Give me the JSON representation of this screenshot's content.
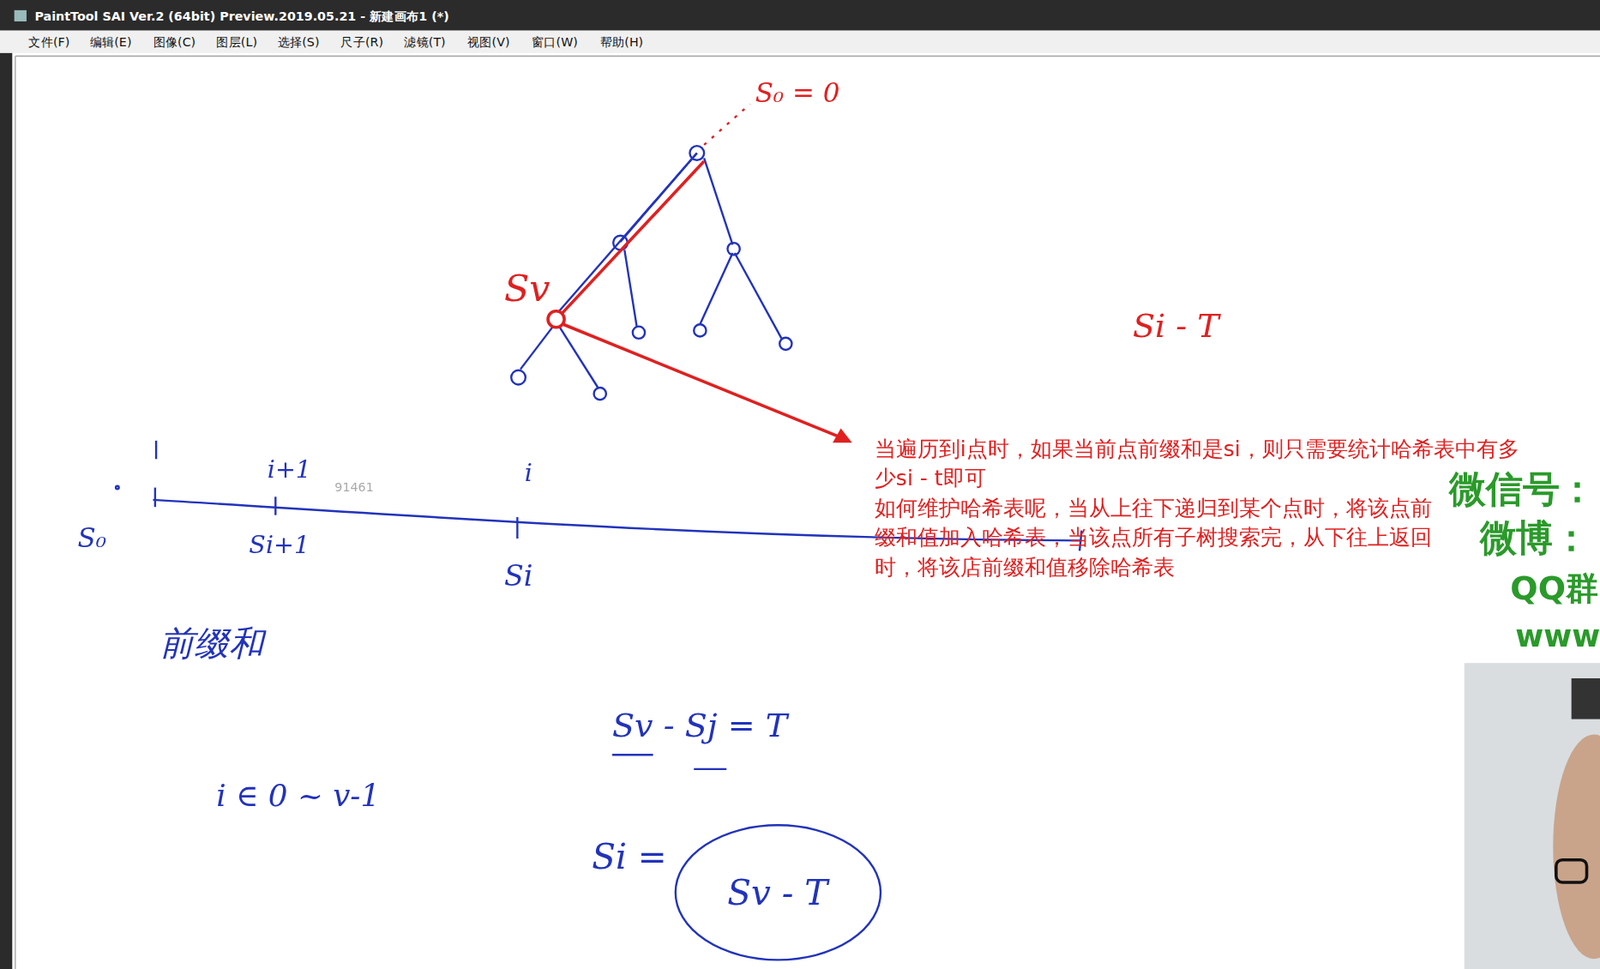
{
  "diagram": {
    "nodes": [
      {
        "text": [
          "Sv - T"
        ]
      }
    ],
    "labels": [
      "PaintTool SAI Ver.2 (64bit) Preview.2019.05.21 - 新建画布1 (*)",
      "文件(F)",
      "编辑(E)",
      "图像(C)",
      "图层(L)",
      "选择(S)",
      "尺子(R)",
      "滤镜(T)",
      "视图(V)",
      "窗口(W)",
      "帮助(H)",
      "S₀ = 0",
      "Sv",
      "Si - T",
      "当遍历到i点时，如果当前点前缀和是si，则只需要统计哈希表中有多少si - t即可",
      "如何维护哈希表呢，当从上往下递归到某个点时，将该点前缀和值加入哈希表，当该点所有子树搜索完，从下往上返回时，将该店前缀和值移除哈希表",
      "i+1",
      "91461",
      "i",
      "S₀",
      "Si+1",
      "Si",
      "前缀和",
      "Sv - Sj = T",
      "i ∈ 0 ~ v-1",
      "Si =",
      "微信号：",
      "微博：",
      "QQ群",
      "www"
    ]
  }
}
